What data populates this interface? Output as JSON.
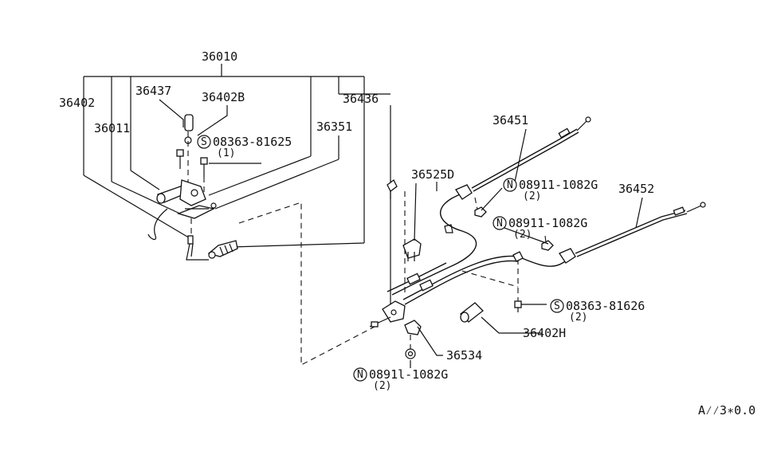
{
  "diagram": {
    "parts": {
      "p36010": "36010",
      "p36402": "36402",
      "p36437": "36437",
      "p36402B": "36402B",
      "p36436": "36436",
      "p36011": "36011",
      "p36351": "36351",
      "p36451": "36451",
      "p36525D": "36525D",
      "p36452": "36452",
      "p36402H": "36402H",
      "p36534": "36534"
    },
    "fasteners": [
      {
        "prefix": "S",
        "number": "08363-81625",
        "qty": "(1)"
      },
      {
        "prefix": "N",
        "number": "08911-1082G",
        "qty": "(2)"
      },
      {
        "prefix": "N",
        "number": "08911-1082G",
        "qty": "(2)"
      },
      {
        "prefix": "S",
        "number": "08363-81626",
        "qty": "(2)"
      },
      {
        "prefix": "N",
        "number": "0891l-1082G",
        "qty": "(2)"
      }
    ],
    "code": "A⁄⁄3∗0.0"
  }
}
